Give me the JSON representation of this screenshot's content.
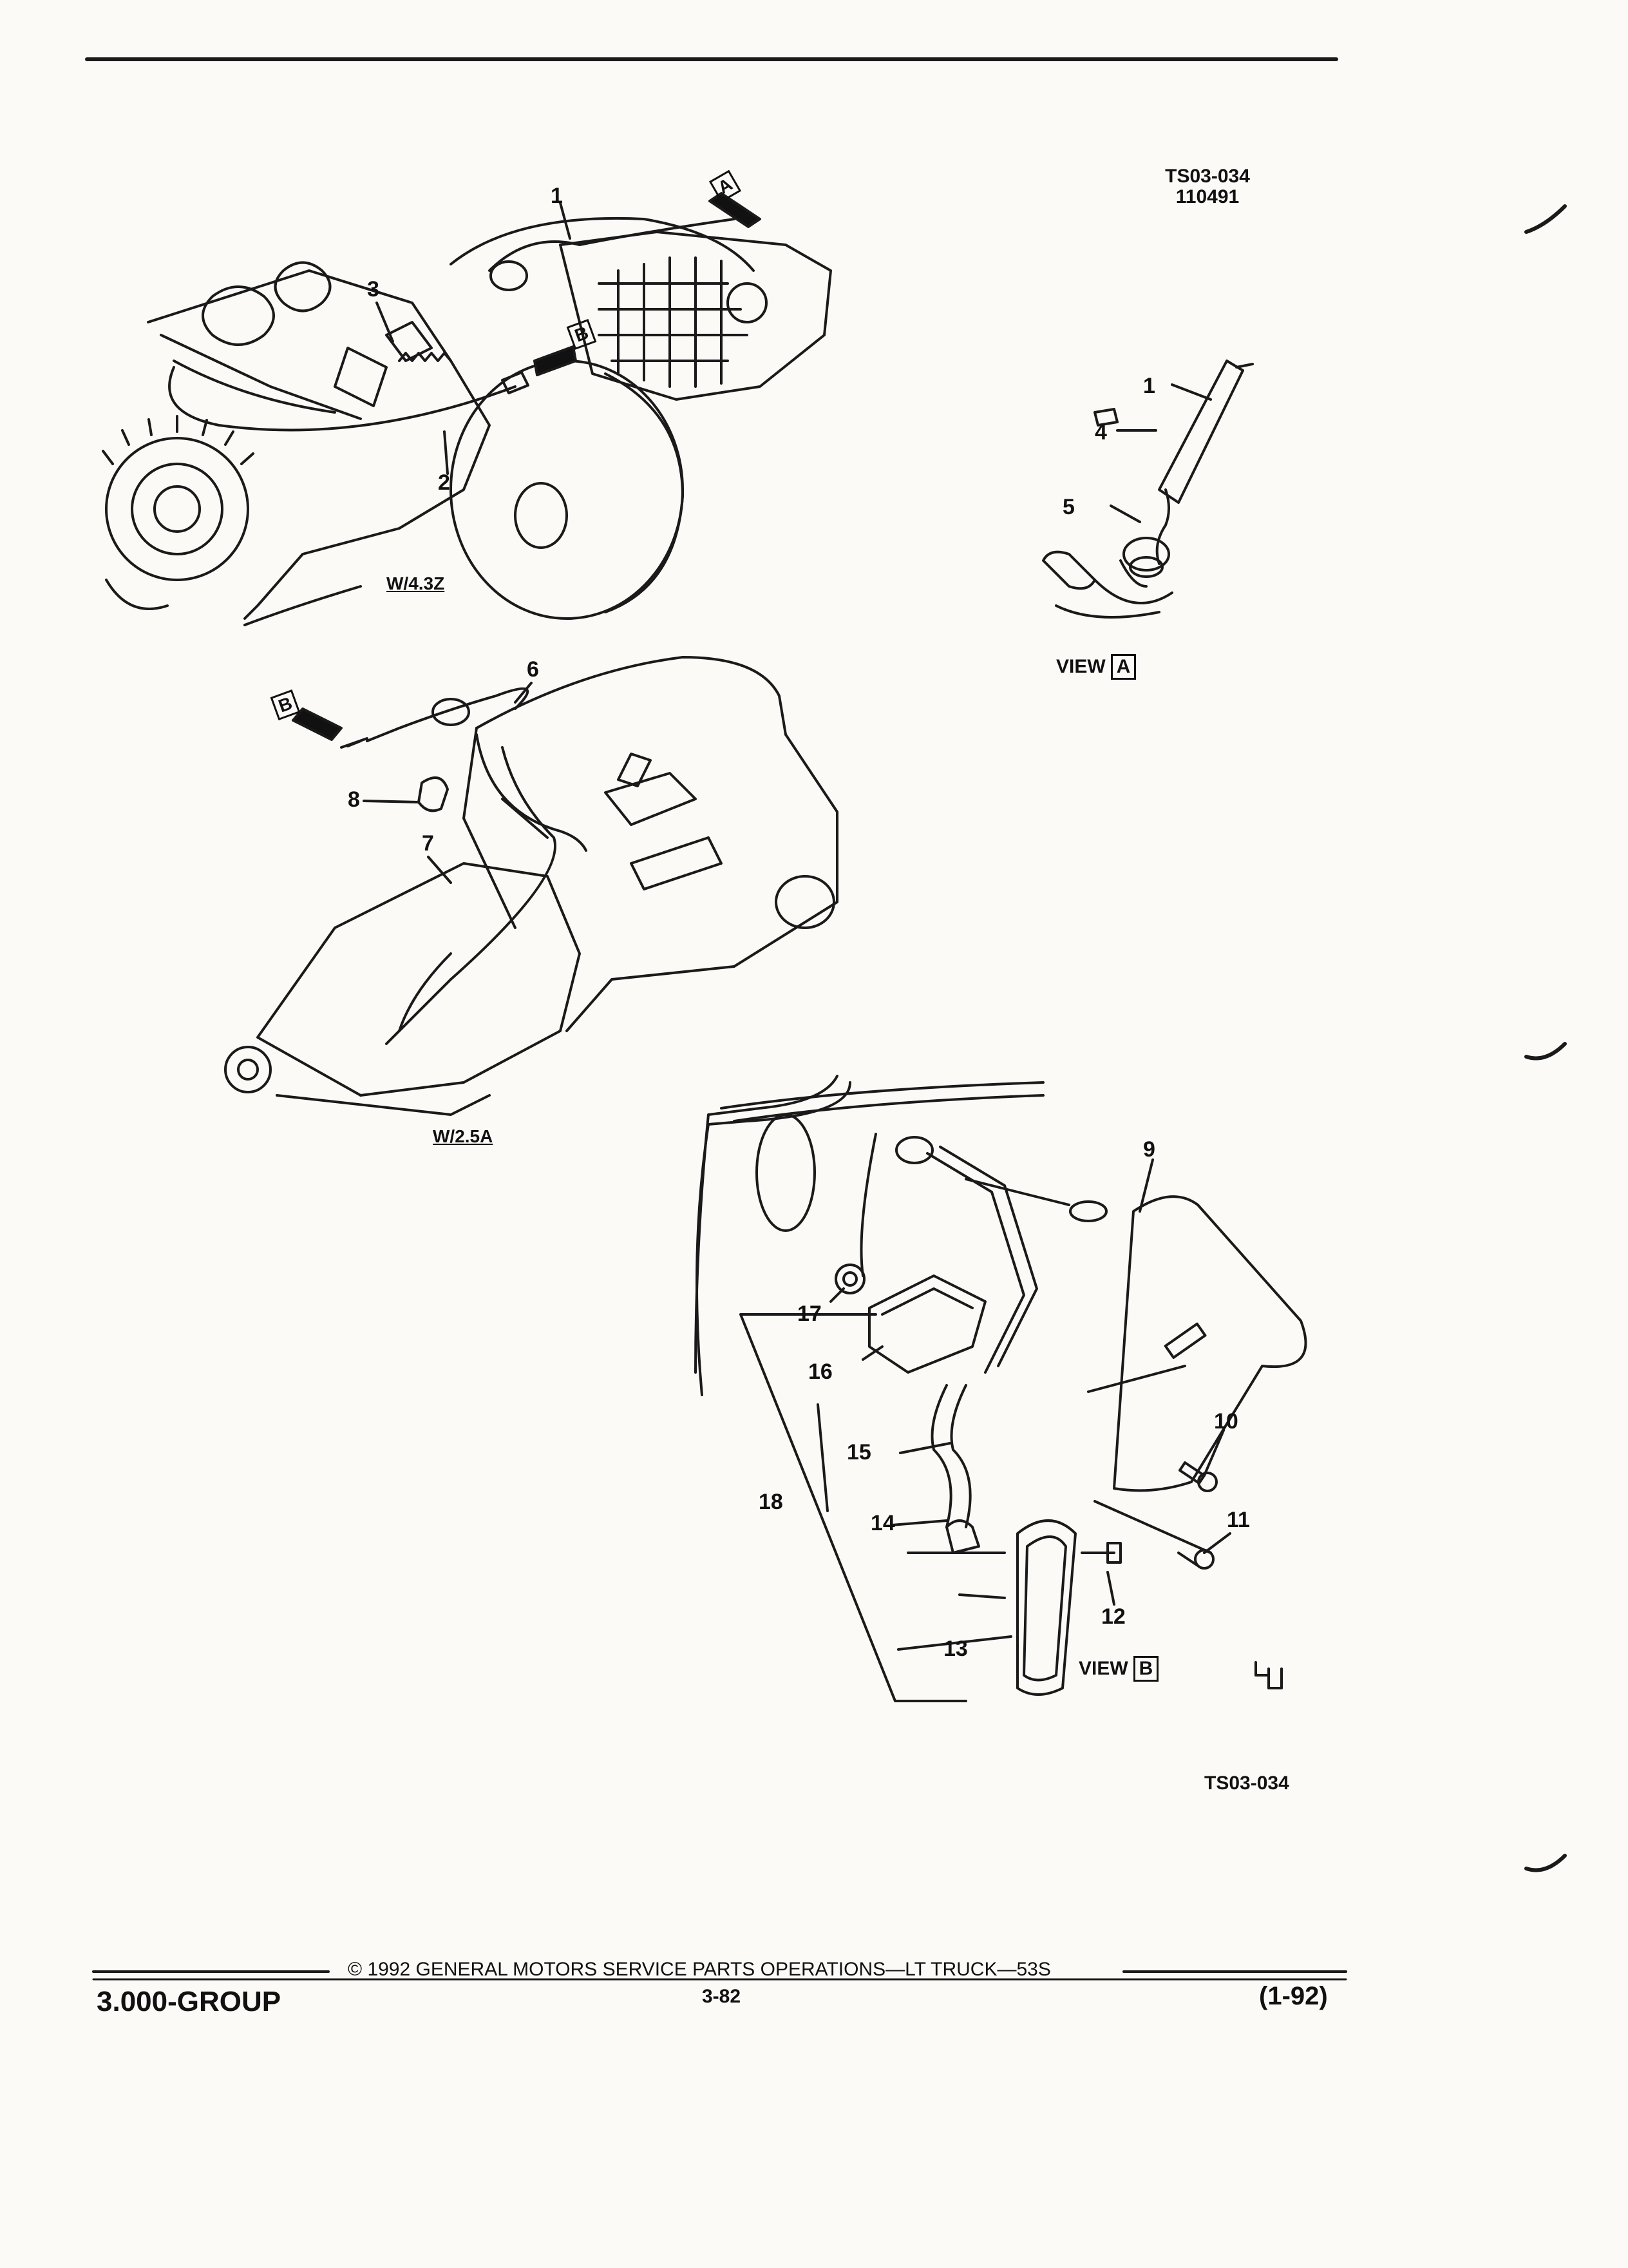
{
  "header": {
    "figure_code": "TS03-034",
    "figure_date": "110491"
  },
  "diagram_top": {
    "variant_label": "W/4.3Z",
    "view_arrows": [
      "A",
      "B"
    ],
    "callouts": [
      "1",
      "2",
      "3"
    ]
  },
  "view_a": {
    "callouts": [
      "1",
      "4",
      "5"
    ],
    "view_word": "VIEW",
    "view_letter": "A"
  },
  "diagram_mid": {
    "variant_label": "W/2.5A",
    "view_arrow": "B",
    "callouts": [
      "6",
      "7",
      "8"
    ]
  },
  "view_b": {
    "callouts": [
      "9",
      "10",
      "11",
      "12",
      "13",
      "14",
      "15",
      "16",
      "17",
      "18"
    ],
    "view_word": "VIEW",
    "view_letter": "B"
  },
  "figure_footer_code": "TS03-034",
  "footer": {
    "copyright": "© 1992  GENERAL MOTORS SERVICE PARTS OPERATIONS—LT TRUCK—53S",
    "group": "3.000-GROUP",
    "page": "3-82",
    "revision": "(1-92)"
  }
}
